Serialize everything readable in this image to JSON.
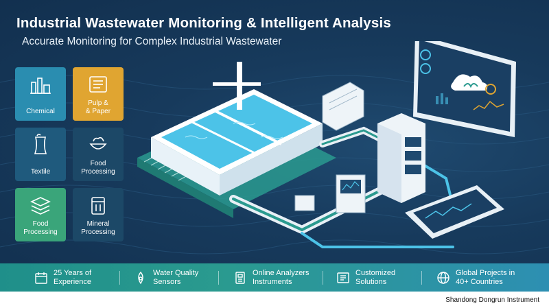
{
  "header": {
    "title": "Industrial Wastewater Monitoring & Intelligent Analysis",
    "subtitle": "Accurate Monitoring for Complex Industrial Wastewater"
  },
  "industries": [
    {
      "label": "Chemical",
      "icon": "chemical-plant-icon",
      "color": "#2a8db0"
    },
    {
      "label": "Pulp &\n& Paper",
      "icon": "paper-machine-icon",
      "color": "#e0a531"
    },
    {
      "label": "Textile",
      "icon": "cooling-tower-icon",
      "color": "#1f5a7d"
    },
    {
      "label": "Food\nProcessing",
      "icon": "food-bowl-icon",
      "color": "#1c4867"
    },
    {
      "label": "Food\nProcessing",
      "icon": "layered-box-icon",
      "color": "#3aa57a"
    },
    {
      "label": "Mineral\nProcessing",
      "icon": "mineral-tank-icon",
      "color": "#1c4867"
    }
  ],
  "features": [
    {
      "label": "25 Years of\nExperience",
      "icon": "calendar-icon"
    },
    {
      "label": "Water Quality\nSensors",
      "icon": "sensor-icon"
    },
    {
      "label": "Online Analyzers\nInstruments",
      "icon": "analyzer-icon"
    },
    {
      "label": "Customized\nSolutions",
      "icon": "settings-board-icon"
    },
    {
      "label": "Global Projects in\n40+ Countries",
      "icon": "globe-icon"
    }
  ],
  "brand": "Shandong Dongrun Instrument",
  "colors": {
    "background": "#173a5c",
    "accent_teal": "#2a9a8f",
    "accent_gold": "#e0a531",
    "water": "#4cc3e8"
  }
}
